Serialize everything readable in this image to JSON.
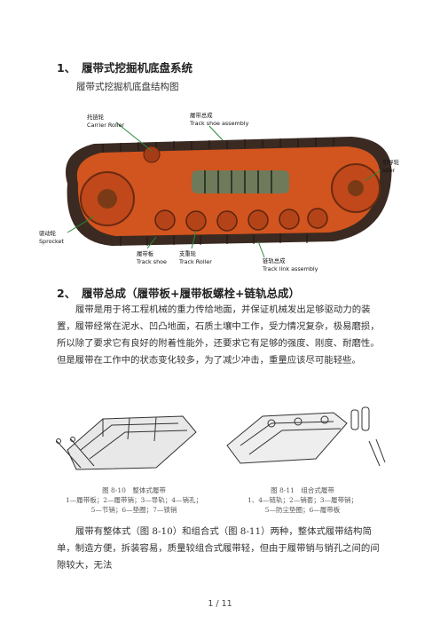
{
  "section1": {
    "number": "1、",
    "title": "履带式挖掘机底盘系统",
    "subtitle": "履带式挖掘机底盘结构图"
  },
  "figure1": {
    "labels": {
      "carrier_roller_cn": "托链轮",
      "carrier_roller_en": "Carrier Roller",
      "track_shoe_assembly_cn": "履带总成",
      "track_shoe_assembly_en": "Track shoe assembly",
      "idler_cn": "引导轮",
      "idler_en": "Idler",
      "sprocket_cn": "驱动轮",
      "sprocket_en": "Sprocket",
      "track_shoe_cn": "履带板",
      "track_shoe_en": "Track shoe",
      "track_roller_cn": "支重轮",
      "track_roller_en": "Track Roller",
      "track_link_cn": "链轨总成",
      "track_link_en": "Track link assembly"
    }
  },
  "section2": {
    "number": "2、",
    "title": "履带总成（履带板+履带板螺栓+链轨总成）",
    "paragraph": "履带是用于将工程机械的重力传给地面，并保证机械发出足够驱动力的装置，履带经常在泥水、凹凸地面，石质土壤中工作，受力情况复杂，极易磨损，所以除了要求它有良好的附着性能外，还要求它有足够的强度、刚度、耐磨性。但是履带在工作中的状态变化较多，为了减少冲击，重量应该尽可能轻些。"
  },
  "figure2": {
    "left_caption_title": "图 8-10　整体式履带",
    "left_caption_l1": "1—履带板；2—履带销；3—导轨；4—销孔；",
    "left_caption_l2": "5—节销；6—垫圈；7—锁销",
    "right_caption_title": "图 8-11　组合式履带",
    "right_caption_l1": "1、4—链轨；2—销套；3—履带销；",
    "right_caption_l2": "5—防尘垫圈；6—履带板"
  },
  "paragraph3": "履带有整体式（图 8-10）和组合式（图 8-11）两种，整体式履带结构简单，制造方便，拆装容易，质量较组合式履带轻，但由于履带销与销孔之间的间隙较大，无法",
  "footer": {
    "page": "1 / 11"
  },
  "colors": {
    "machine_orange": "#d2541e",
    "track_dark": "#3a2a22",
    "label_green": "#2a8a3a"
  }
}
